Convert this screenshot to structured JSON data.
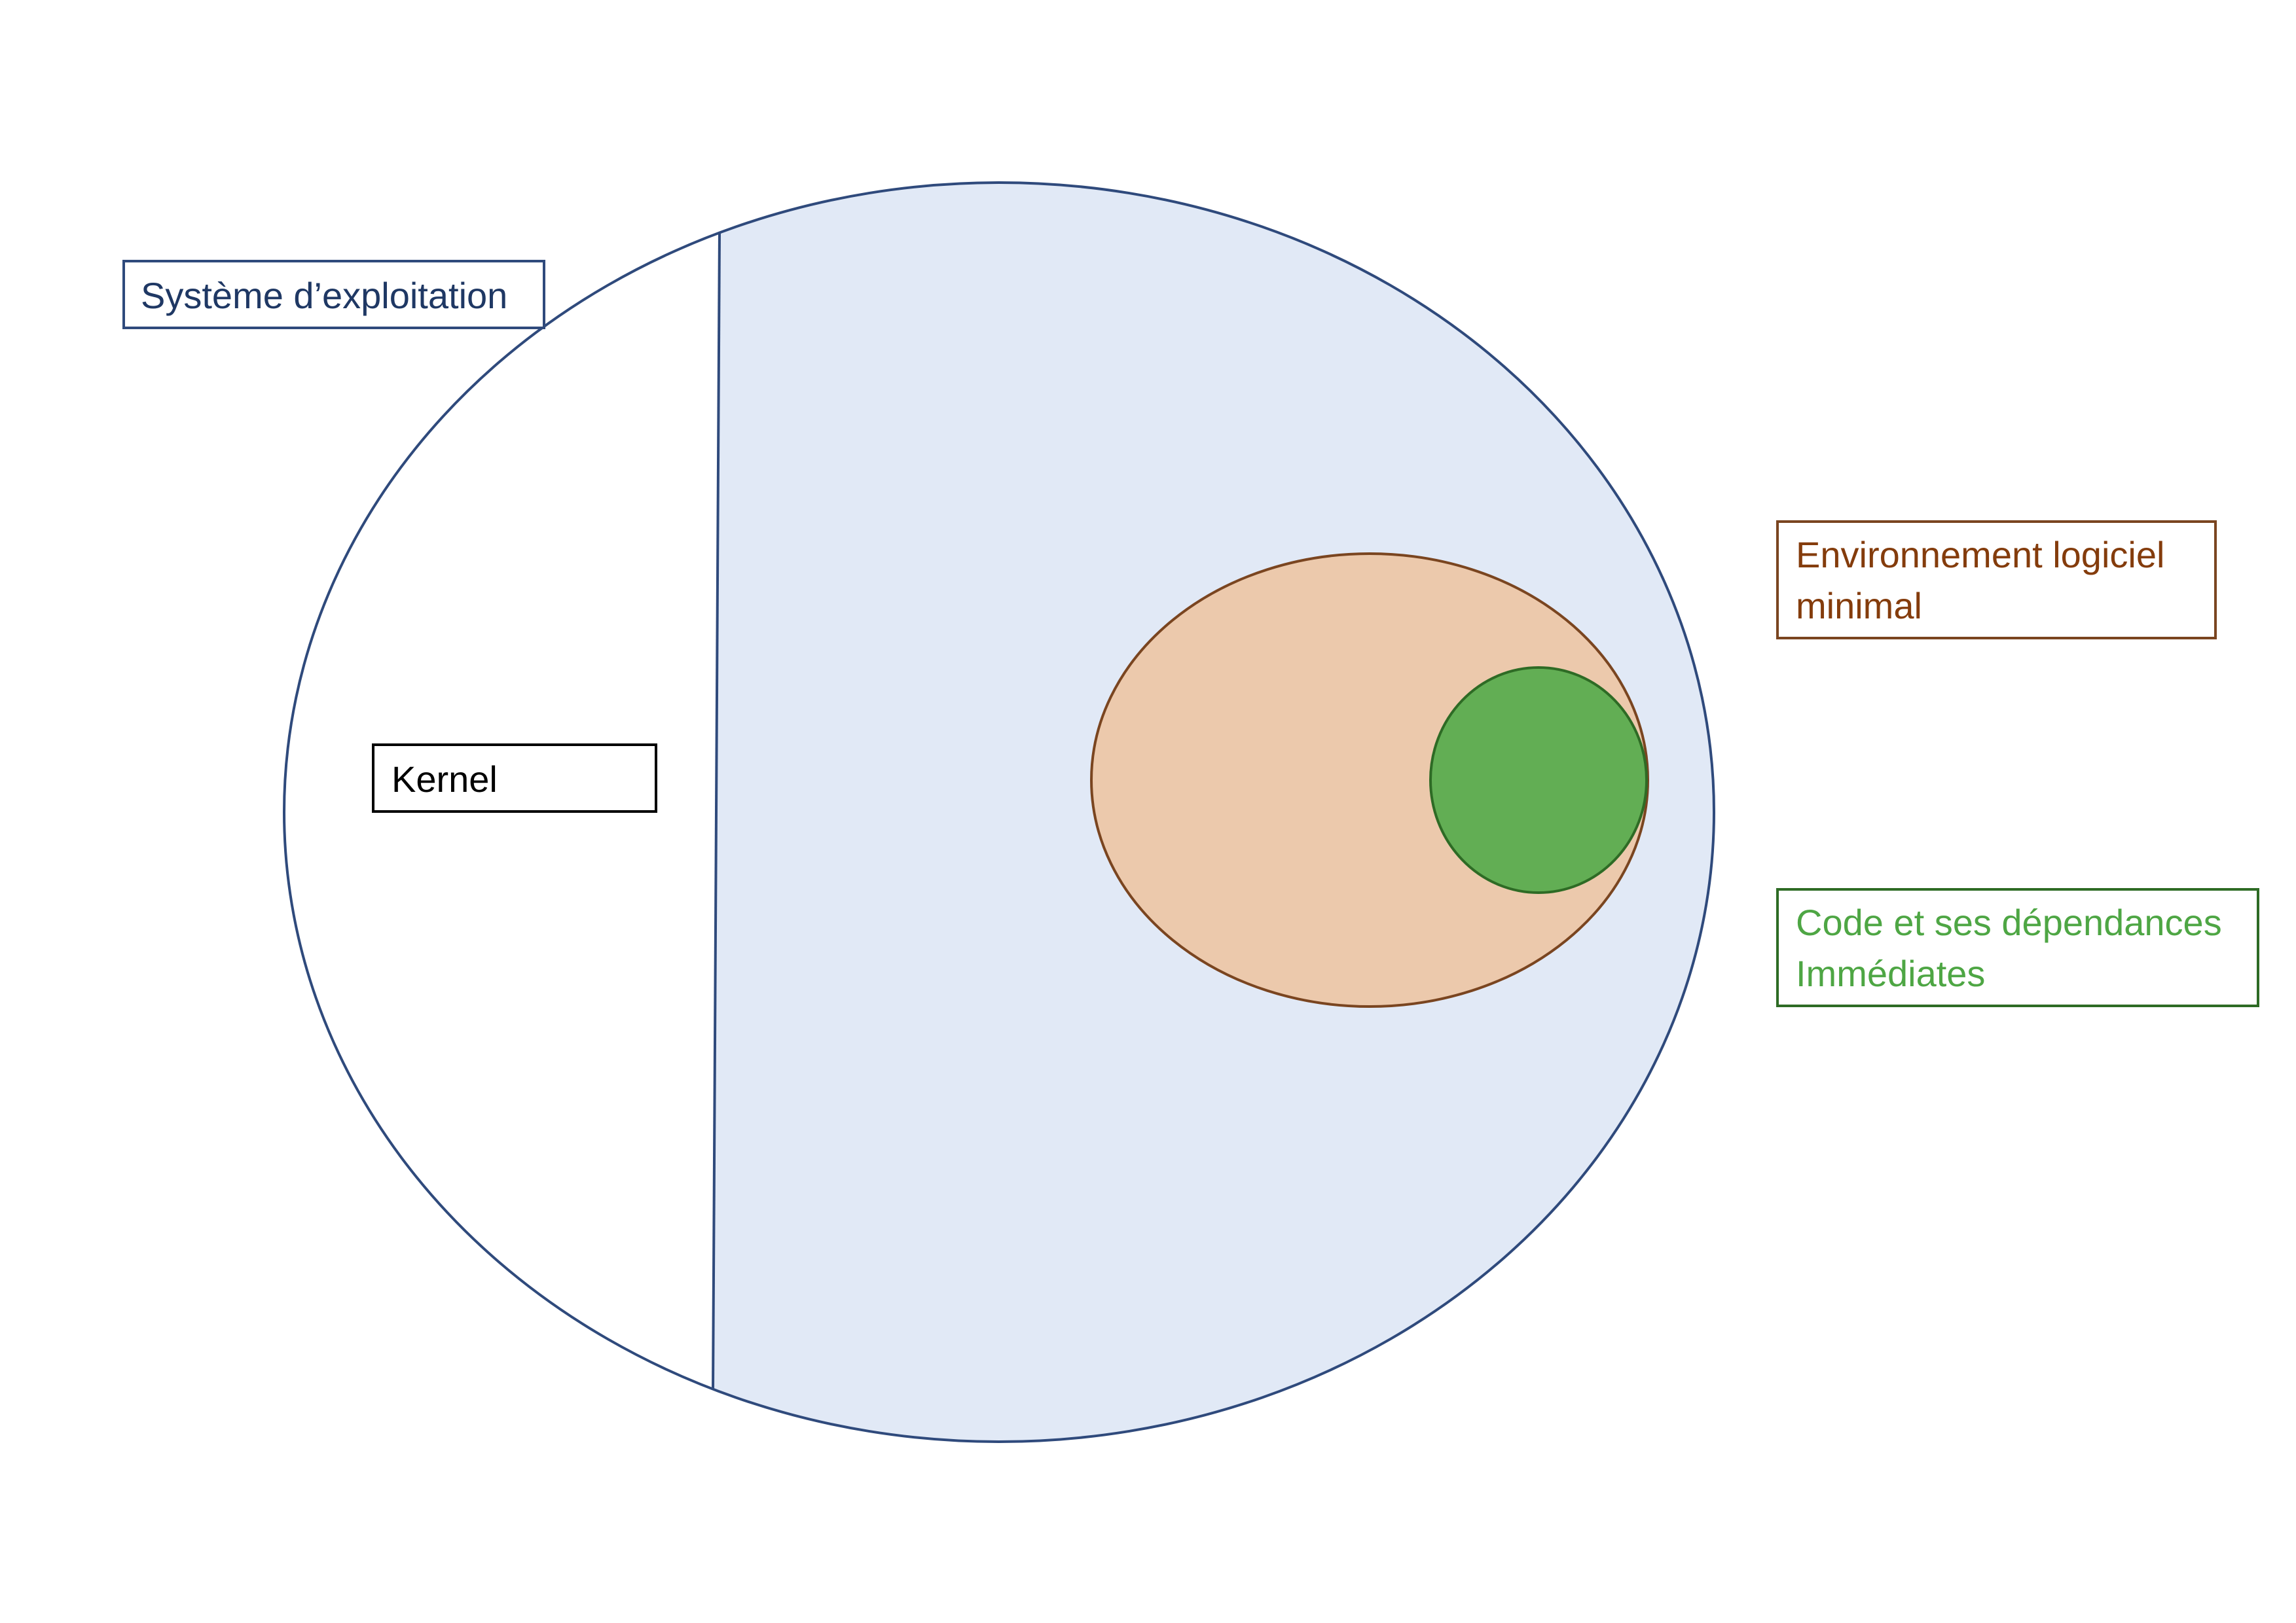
{
  "labels": {
    "os": "Système d’exploitation",
    "kernel": "Kernel",
    "environment_line1": "Environnement logiciel",
    "environment_line2": "minimal",
    "code_line1": "Code et ses dépendances",
    "code_line2": "Immédiates"
  },
  "colors": {
    "os_outline": "#2f4a7c",
    "os_fill": "#e1e9f6",
    "kernel_region_fill": "#ffffff",
    "kernel_label_border": "#000000",
    "environment_fill": "#ecc9ac",
    "environment_outline": "#7a4520",
    "environment_text": "#843c0c",
    "code_fill": "#62ae54",
    "code_outline": "#2e6b25",
    "code_text": "#4ea644",
    "os_text": "#1f3864"
  }
}
